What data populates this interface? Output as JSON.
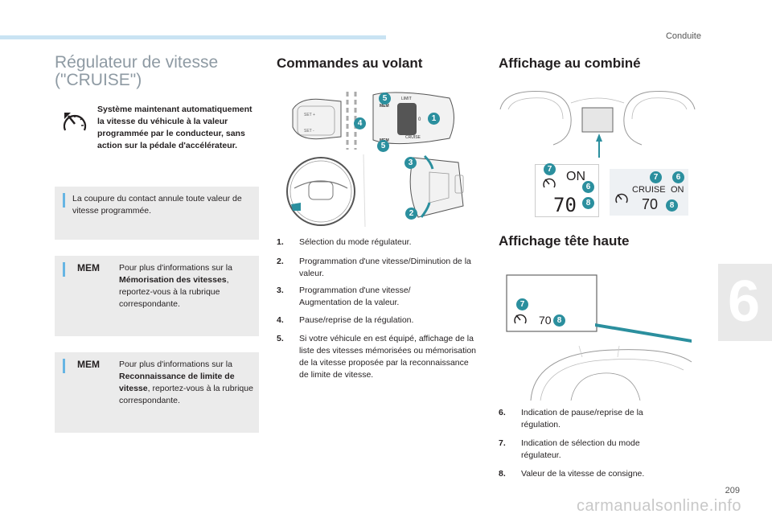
{
  "header": {
    "section": "Conduite",
    "chapter": "6",
    "page": "209",
    "watermark": "carmanualsonline.info"
  },
  "colors": {
    "accent": "#c9e3f3",
    "note_bar": "#66b5e3",
    "badge": "#2b8f9e",
    "note_bg": "#ebebeb"
  },
  "left": {
    "title_line1": "Régulateur de vitesse",
    "title_line2": "(\"CRUISE\")",
    "intro": "Système maintenant automatiquement la vitesse du véhicule à la valeur programmée par le conducteur, sans action sur la pédale d'accélérateur.",
    "note1": "La coupure du contact annule toute valeur de vitesse programmée.",
    "mem_label": "MEM",
    "note2_pre": "Pour plus d'informations sur la ",
    "note2_bold": "Mémorisation des vitesses",
    "note2_post": ", reportez-vous à la rubrique correspondante.",
    "note3_pre": "Pour plus d'informations sur la ",
    "note3_bold": "Reconnaissance de limite de vitesse",
    "note3_post": ", reportez-vous à la rubrique correspondante."
  },
  "middle": {
    "title": "Commandes au volant",
    "figure_badges": [
      "5",
      "4",
      "1",
      "5",
      "3",
      "2"
    ],
    "figure_labels": {
      "mem": "MEM",
      "limit": "LIMIT",
      "cruise": "CRUISE",
      "set_plus": "SET +",
      "set_minus": "SET -",
      "zero": "0"
    },
    "items": [
      {
        "num": "1.",
        "text": "Sélection du mode régulateur."
      },
      {
        "num": "2.",
        "text": "Programmation d'une vitesse/Diminution de la valeur."
      },
      {
        "num": "3.",
        "text": "Programmation d'une vitesse/ Augmentation de la valeur."
      },
      {
        "num": "4.",
        "text": "Pause/reprise de la régulation."
      },
      {
        "num": "5.",
        "text": "Si votre véhicule en est équipé, affichage de la liste des vitesses mémorisées ou mémorisation de la vitesse proposée par la reconnaissance de limite de vitesse."
      }
    ]
  },
  "right": {
    "title1": "Affichage au combiné",
    "combine": {
      "on": "ON",
      "speed": "70",
      "cruise": "CRUISE",
      "on2": "ON",
      "speed2": "70",
      "badges": [
        "7",
        "6",
        "8",
        "7",
        "6",
        "8"
      ]
    },
    "title2": "Affichage tête haute",
    "hud": {
      "speed": "70",
      "badges": [
        "7",
        "8"
      ]
    },
    "items": [
      {
        "num": "6.",
        "text": "Indication de pause/reprise de la régulation."
      },
      {
        "num": "7.",
        "text": "Indication de sélection du mode régulateur."
      },
      {
        "num": "8.",
        "text": "Valeur de la vitesse de consigne."
      }
    ]
  }
}
